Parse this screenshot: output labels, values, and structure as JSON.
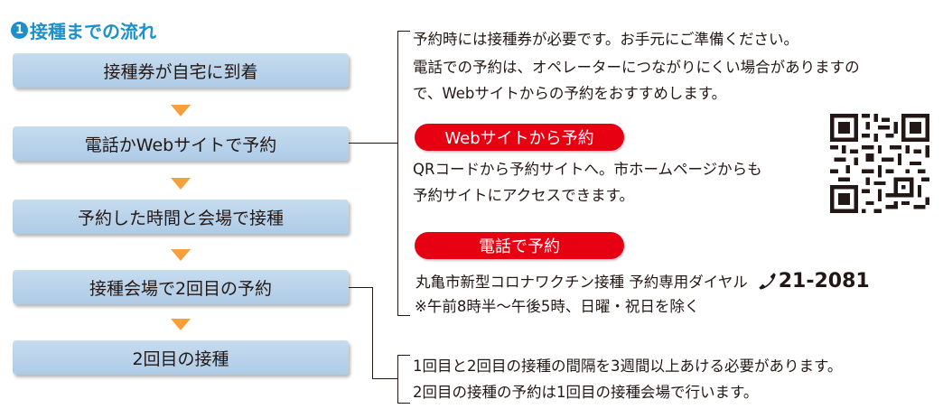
{
  "heading": {
    "badge": "1",
    "title": "接種までの流れ"
  },
  "steps": [
    {
      "label": "接種券が自宅に到着"
    },
    {
      "label": "電話かWebサイトで予約"
    },
    {
      "label": "予約した時間と会場で接種"
    },
    {
      "label": "接種会場で2回目の予約"
    },
    {
      "label": "2回目の接種"
    }
  ],
  "reservation": {
    "intro_lines": [
      "予約時には接種券が必要です。お手元にご準備ください。",
      "電話での予約は、オペレーターにつながりにくい場合がありますの",
      "で、Webサイトからの予約をおすすめします。"
    ],
    "web": {
      "title": "Webサイトから予約",
      "lines": [
        "QRコードから予約サイトへ。市ホームページからも",
        "予約サイトにアクセスできます。"
      ]
    },
    "phone": {
      "title": "電話で予約",
      "label": "丸亀市新型コロナワクチン接種 予約専用ダイヤル",
      "number": "21-2081",
      "note": "※午前8時半～午後5時、日曜・祝日を除く"
    }
  },
  "second_dose_notes": [
    "1回目と2回目の接種の間隔を3週間以上あける必要があります。",
    "2回目の接種の予約は1回目の接種会場で行います。"
  ],
  "colors": {
    "heading": "#1d8fc9",
    "step_bg": "#b8d3ea",
    "arrow": "#f5a03c",
    "pill": "#e60012"
  }
}
